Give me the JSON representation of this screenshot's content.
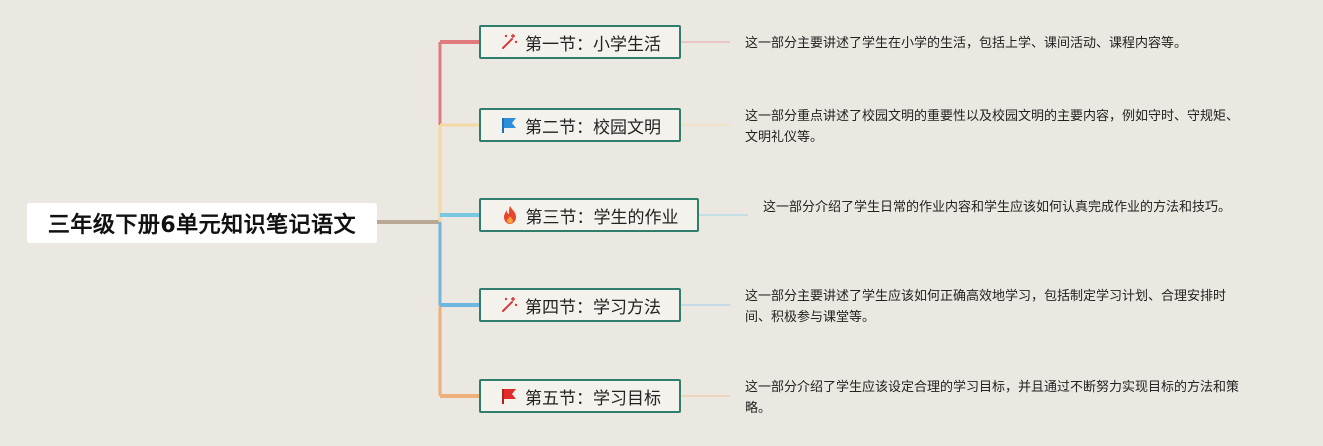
{
  "root": {
    "title": "三年级下册6单元知识笔记语文"
  },
  "sections": [
    {
      "label": "第一节：小学生活",
      "icon": "sparkle-icon",
      "color": "#e07a7e",
      "desc": "这一部分主要讲述了学生在小学的生活，包括上学、课间活动、课程内容等。"
    },
    {
      "label": "第二节：校园文明",
      "icon": "blue-flag-icon",
      "color": "#f5d9a4",
      "desc": "这一部分重点讲述了校园文明的重要性以及校园文明的主要内容，例如守时、守规矩、文明礼仪等。"
    },
    {
      "label": "第三节：学生的作业",
      "icon": "fire-icon",
      "color": "#79c8df",
      "desc": "这一部分介绍了学生日常的作业内容和学生应该如何认真完成作业的方法和技巧。"
    },
    {
      "label": "第四节：学习方法",
      "icon": "sparkle-icon",
      "color": "#6fb6e0",
      "desc": "这一部分主要讲述了学生应该如何正确高效地学习，包括制定学习计划、合理安排时间、积极参与课堂等。"
    },
    {
      "label": "第五节：学习目标",
      "icon": "red-flag-icon",
      "color": "#eeaf78",
      "desc": "这一部分介绍了学生应该设定合理的学习目标，并且通过不断努力实现目标的方法和策略。"
    }
  ]
}
